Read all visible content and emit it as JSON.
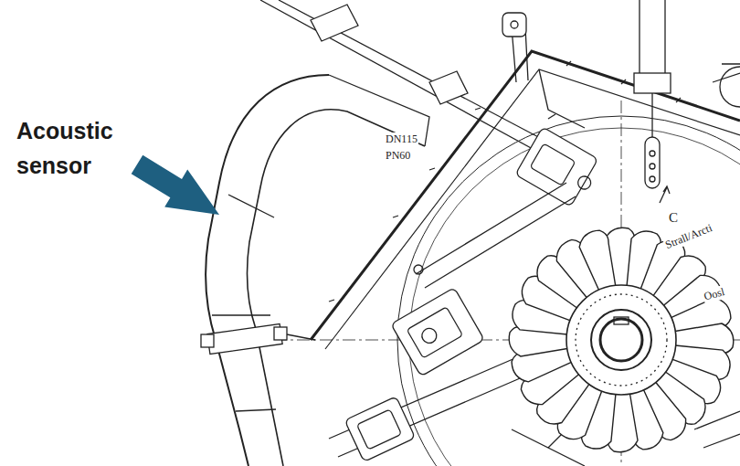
{
  "diagram": {
    "labels": [
      "Acoustic sensor",
      "DN115",
      "PN60",
      "C",
      "Strall/Arcti",
      "Oosl"
    ]
  }
}
